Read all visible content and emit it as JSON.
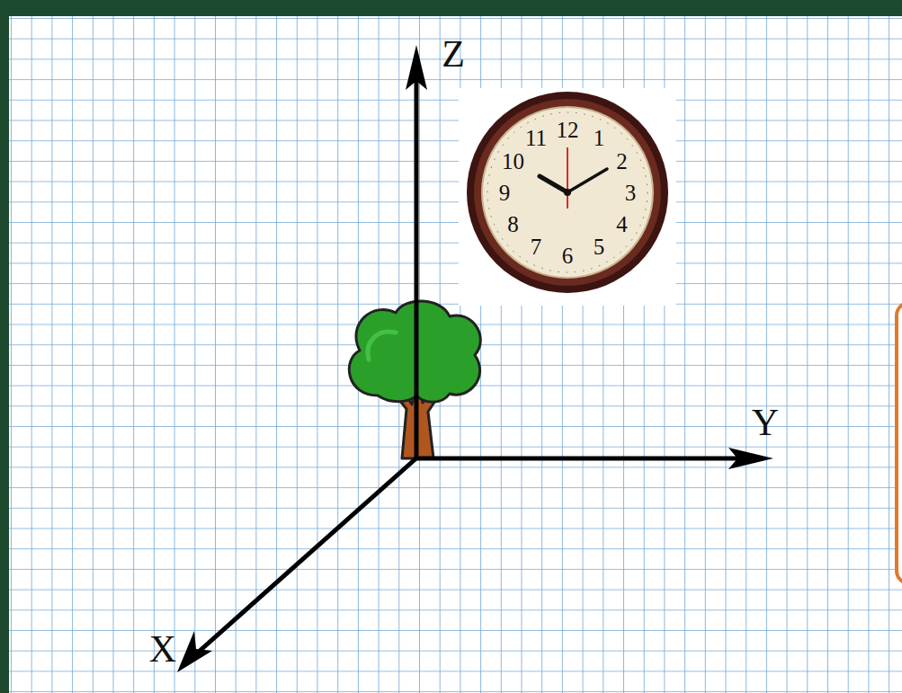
{
  "diagram": {
    "labels": [
      "Z",
      "Y",
      "X",
      "12",
      "1",
      "2",
      "3",
      "4",
      "5",
      "6",
      "7",
      "8",
      "9",
      "10",
      "11"
    ]
  }
}
